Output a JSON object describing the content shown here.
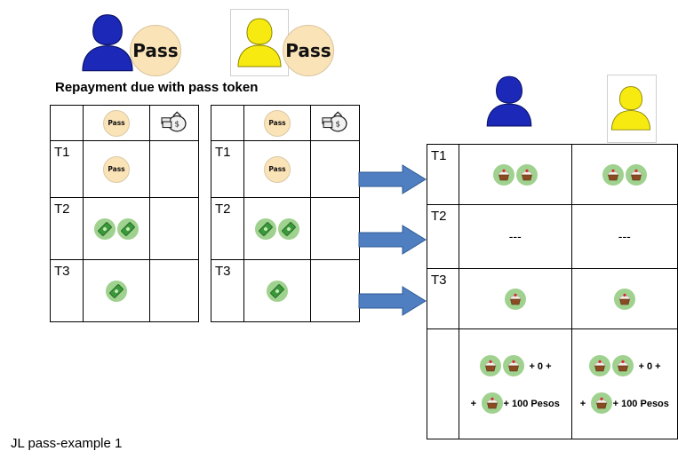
{
  "top": {
    "pass_big_label": "Pass",
    "subtitle": "Repayment due with pass token"
  },
  "left_tables": {
    "row_labels": [
      "T1",
      "T2",
      "T3"
    ],
    "header_token_label": "Pass",
    "cell_token_label": "Pass"
  },
  "right_table": {
    "row_labels": [
      "T1",
      "T2",
      "T3"
    ],
    "t2_blue": "---",
    "t2_yellow": "---",
    "summary_blue": {
      "line1_suffix": "+ 0  +",
      "line2_prefix": "+",
      "line2_suffix": "+ 100 Pesos"
    },
    "summary_yellow": {
      "line1_suffix": "+ 0  +",
      "line2_prefix": "+",
      "line2_suffix": "+ 100 Pesos"
    }
  },
  "colors": {
    "blue": "#1b28b8",
    "yellow": "#f7ea10",
    "token_green": "#9fd18f",
    "pass_beige": "#fbe3b8",
    "arrow": "#4f7fc1"
  },
  "icons": [
    "person-blue-icon",
    "person-yellow-icon",
    "money-bag-icon",
    "cash-icon",
    "cupcake-icon",
    "arrow-right-icon"
  ],
  "caption": "JL pass-example 1"
}
